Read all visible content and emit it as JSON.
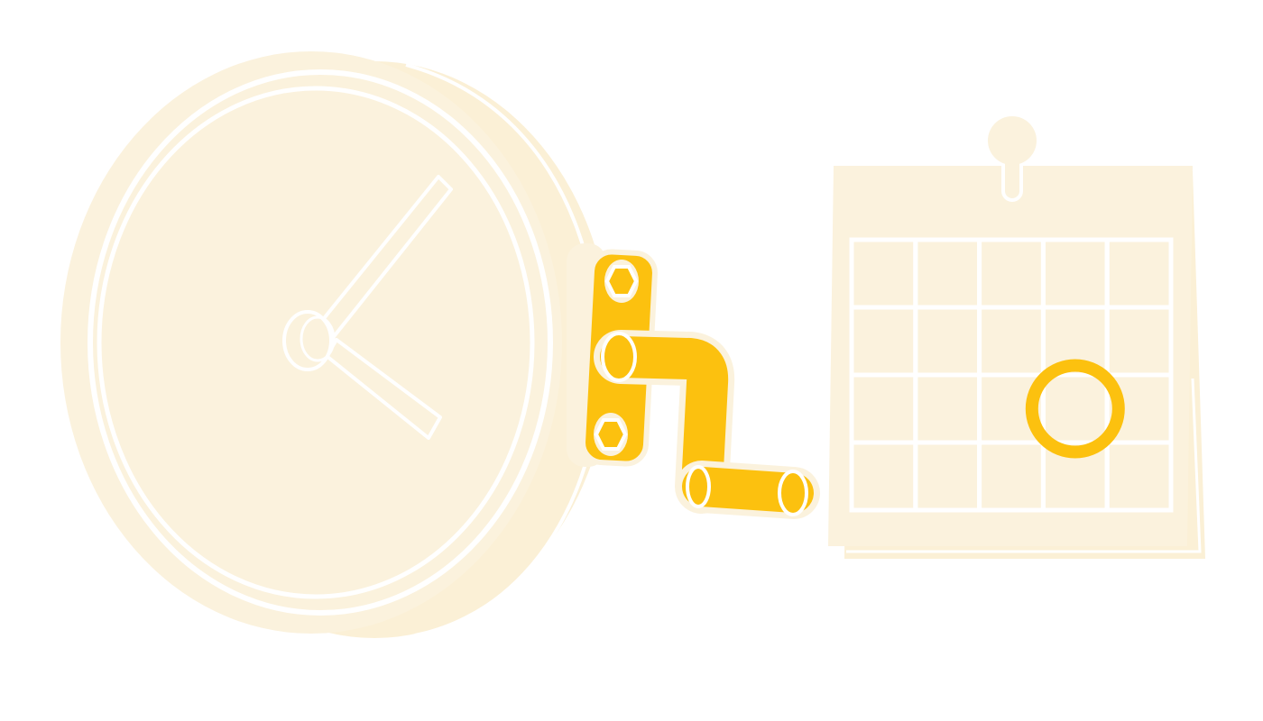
{
  "illustration": {
    "icons": {
      "clock": "clock-icon",
      "crank": "crank-handle-icon",
      "calendar": "calendar-icon",
      "pin": "push-pin-icon",
      "date_marker": "circle-marker-icon"
    },
    "calendar": {
      "rows": 4,
      "columns": 5,
      "highlighted_cell": {
        "row": 3,
        "column": 4
      }
    },
    "colors": {
      "background": "#ffffff",
      "cream": "#fbf2dd",
      "cream_shadow": "#fbf0d6",
      "outline": "#ffffff",
      "accent": "#fcc10f",
      "accent_dark": "#f5b400"
    }
  }
}
